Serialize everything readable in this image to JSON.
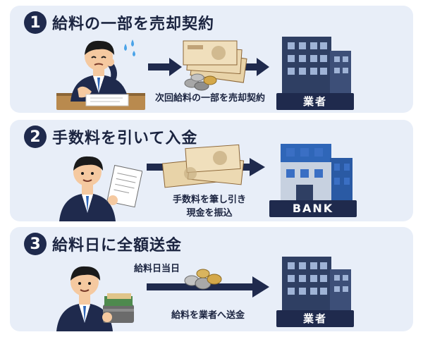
{
  "steps": [
    {
      "number": "1",
      "title": "給料の一部を売却契約",
      "caption": "次回給料の一部を売却契約",
      "building_label": "業者"
    },
    {
      "number": "2",
      "title": "手数料を引いて入金",
      "caption_line1": "手数料を筆し引き",
      "caption_line2": "現金を振込",
      "building_label": "BANK"
    },
    {
      "number": "3",
      "title": "給料日に全額送金",
      "timing_label": "給料日当日",
      "caption": "給料を業者へ送金",
      "building_label": "業者"
    }
  ],
  "colors": {
    "navy": "#1f2a4d",
    "panel": "#e8eef8",
    "bill": "#e8d3a8",
    "building": "#2f3f63",
    "bank": "#2f66b8"
  }
}
